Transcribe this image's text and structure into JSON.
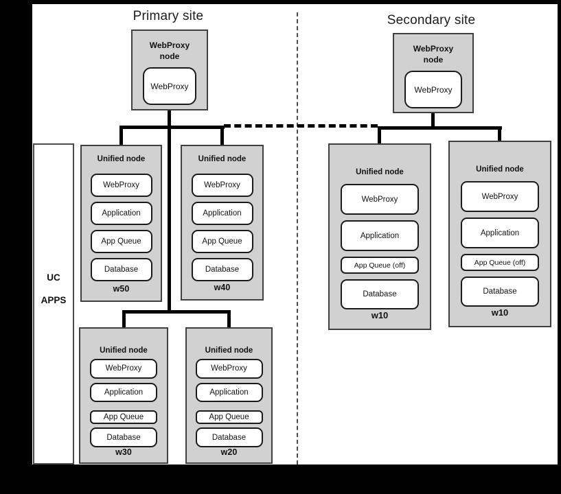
{
  "titles": {
    "primary": "Primary site",
    "secondary": "Secondary site"
  },
  "side_label": {
    "line1": "UC",
    "line2": "APPS"
  },
  "proxy_nodes": {
    "primary": {
      "title_line1": "WebProxy",
      "title_line2": "node",
      "component": "WebProxy"
    },
    "secondary": {
      "title_line1": "WebProxy",
      "title_line2": "node",
      "component": "WebProxy"
    }
  },
  "unified_nodes": [
    {
      "title": "Unified node",
      "components": [
        "WebProxy",
        "Application",
        "App Queue",
        "Database"
      ],
      "label": "w50"
    },
    {
      "title": "Unified node",
      "components": [
        "WebProxy",
        "Application",
        "App Queue",
        "Database"
      ],
      "label": "w40"
    },
    {
      "title": "Unified node",
      "components": [
        "WebProxy",
        "Application",
        "App Queue",
        "Database"
      ],
      "label": "w30"
    },
    {
      "title": "Unified node",
      "components": [
        "WebProxy",
        "Application",
        "App Queue",
        "Database"
      ],
      "label": "w20"
    },
    {
      "title": "Unified node",
      "components": [
        "WebProxy",
        "Application",
        "App Queue (off)",
        "Database"
      ],
      "label": "w10"
    },
    {
      "title": "Unified node",
      "components": [
        "WebProxy",
        "Application",
        "App Queue (off)",
        "Database"
      ],
      "label": "w10"
    }
  ],
  "colors": {
    "frame": "#000000",
    "canvas": "#ffffff",
    "node_fill": "#d1d1d1",
    "node_border": "#3f3f3f",
    "connector": "#000000"
  }
}
